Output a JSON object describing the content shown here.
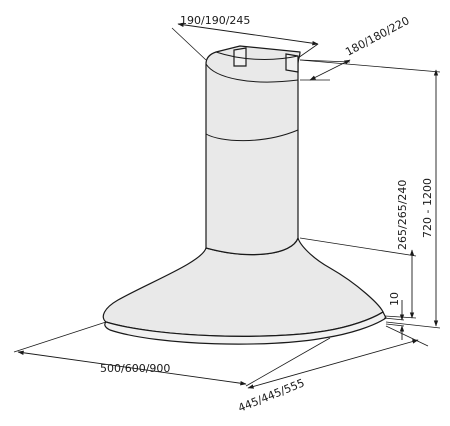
{
  "dimensions": {
    "chimney_width": "190/190/245",
    "chimney_depth": "180/180/220",
    "canopy_height": "265/265/240",
    "total_height": "720 - 1200",
    "edge_thickness": "10",
    "hood_width": "500/600/900",
    "hood_depth": "445/445/555"
  },
  "colors": {
    "line": "#1a1a1a",
    "fill": "#e9e9e9",
    "background": "#ffffff"
  }
}
